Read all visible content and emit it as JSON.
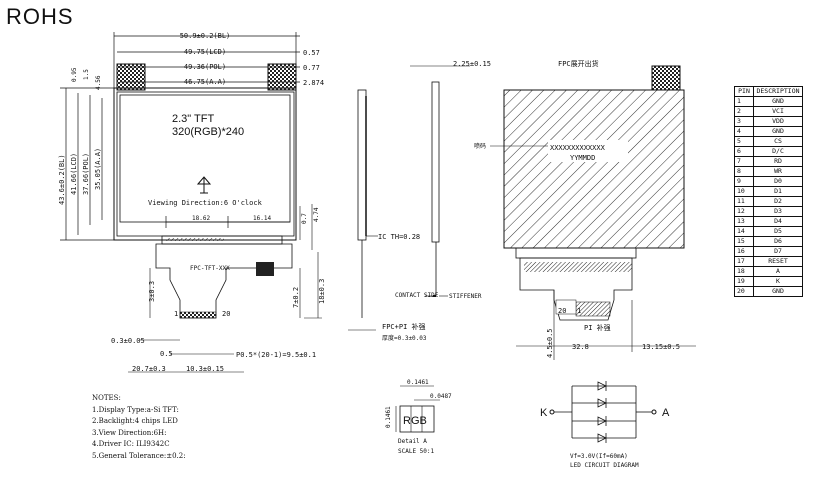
{
  "header": {
    "rohs": "ROHS"
  },
  "front_view": {
    "dim_outline": "50.9±0.2(BL)",
    "dim_lcd": "49.75(LCD)",
    "dim_pol": "49.36(POL)",
    "dim_aa": "46.75(A.A)",
    "dim_057": "0.57",
    "dim_077": "0.77",
    "dim_2874": "2.874",
    "dim_height_bl": "43.6±0.2(BL)",
    "dim_height_lcd": "41.66(LCD)",
    "dim_height_pol": "37.66(POL)",
    "dim_height_aa": "35.05(A.A)",
    "dim_095": "0.95",
    "dim_15": "1.5",
    "dim_456": "4.56",
    "display_line1": "2.3\" TFT",
    "display_line2": "320(RGB)*240",
    "viewing": "Viewing Direction:6 O'clock",
    "dim_1862": "18.62",
    "dim_1614": "16.14",
    "dim_07": "0.7",
    "dim_474": "4.74",
    "fpc_code": "FPC-TFT-XXX",
    "dim_18": "18±0.3",
    "dim_3": "3±0.3",
    "dim_7": "7±0.2",
    "pin_1": "1",
    "pin_20": "20",
    "dim_03": "0.3±0.05",
    "dim_05": "0.5",
    "dim_pitch": "P0.5*(20-1)=9.5±0.1",
    "dim_207": "20.7±0.3",
    "dim_103": "10.3±0.15"
  },
  "side_view": {
    "dim_225": "2.25±0.15",
    "ic_label": "IC TH=0.28",
    "contact_side": "CONTACT SIDE",
    "stiffener": "STIFFENER",
    "fpc_pi": "FPC+PI 补强",
    "thickness": "厚度=0.3±0.03"
  },
  "back_view": {
    "title": "FPC展开出货",
    "label_tag": "喷码",
    "code_line1": "XXXXXXXXXXXXX",
    "code_line2": "YYMMDD",
    "pin_20": "20",
    "pin_1": "1",
    "pi_label": "PI 补强",
    "dim_45": "4.5±0.5",
    "dim_328": "32.8",
    "dim_1315": "13.15±0.5"
  },
  "detail": {
    "dim_01461": "0.1461",
    "dim_00487": "0.0487",
    "dim_vertical": "0.1461",
    "rgb": "RGB",
    "title": "Detail A",
    "scale": "SCALE  50:1"
  },
  "led": {
    "k": "K",
    "a": "A",
    "vf": "Vf=3.0V(If=60mA)",
    "caption": "LED CIRCUIT DIAGRAM"
  },
  "notes": {
    "title": "NOTES:",
    "items": [
      "1.Display Type:a-Si TFT:",
      "2.Backlight:4 chips LED",
      "3.View Direction:6H:",
      "4.Driver IC: ILI9342C",
      "5.General Tolerance:±0.2:"
    ]
  },
  "pin_table": {
    "headers": [
      "PIN",
      "DESCRIPTION"
    ],
    "rows": [
      [
        "1",
        "GND"
      ],
      [
        "2",
        "VCI"
      ],
      [
        "3",
        "VDD"
      ],
      [
        "4",
        "GND"
      ],
      [
        "5",
        "CS"
      ],
      [
        "6",
        "D/C"
      ],
      [
        "7",
        "RD"
      ],
      [
        "8",
        "WR"
      ],
      [
        "9",
        "D0"
      ],
      [
        "10",
        "D1"
      ],
      [
        "11",
        "D2"
      ],
      [
        "12",
        "D3"
      ],
      [
        "13",
        "D4"
      ],
      [
        "14",
        "D5"
      ],
      [
        "15",
        "D6"
      ],
      [
        "16",
        "D7"
      ],
      [
        "17",
        "RESET"
      ],
      [
        "18",
        "A"
      ],
      [
        "19",
        "K"
      ],
      [
        "20",
        "GND"
      ]
    ]
  }
}
